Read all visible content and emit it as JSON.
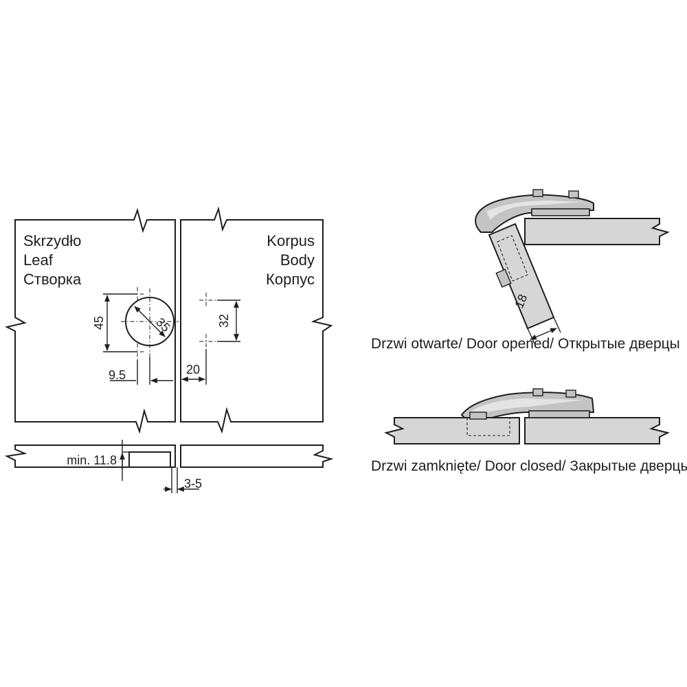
{
  "left_panel": {
    "leaf_labels": [
      "Skrzydło",
      "Leaf",
      "Створка"
    ],
    "body_labels": [
      "Korpus",
      "Body",
      "Корпус"
    ],
    "dims": {
      "cup_diameter": "35",
      "leaf_spacing": "45",
      "leaf_edge_offset": "9.5",
      "body_spacing": "32",
      "body_edge_offset": "20",
      "min_depth": "min. 11.8",
      "gap": "3-5"
    }
  },
  "right_panel": {
    "opened_caption": "Drzwi otwarte/ Door opened/ Открытые дверцы",
    "opened_dim": "18",
    "closed_caption": "Drzwi zamknięte/ Door closed/ Закрытые  дверцы"
  },
  "colors": {
    "line": "#1e1e1e",
    "board_fill": "#d6d6d6",
    "hinge_fill": "#c4c4c4",
    "background": "#ffffff"
  }
}
